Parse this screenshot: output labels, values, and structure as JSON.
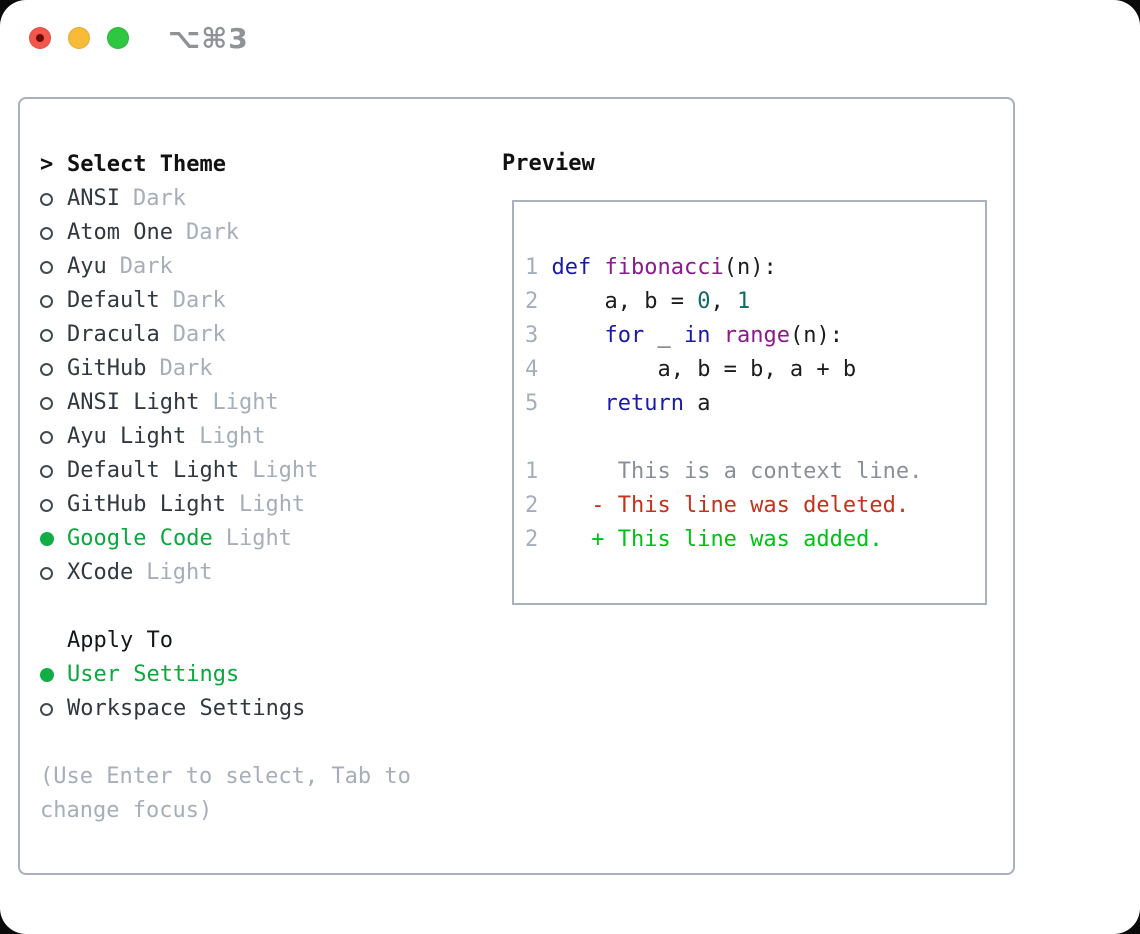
{
  "window": {
    "title": "⌥⌘3",
    "traffic_lights": [
      "close",
      "minimize",
      "zoom"
    ]
  },
  "theme_list": {
    "prompt": ">",
    "header": "Select Theme",
    "items": [
      {
        "name": "ANSI",
        "variant": "Dark",
        "selected": false
      },
      {
        "name": "Atom One",
        "variant": "Dark",
        "selected": false
      },
      {
        "name": "Ayu",
        "variant": "Dark",
        "selected": false
      },
      {
        "name": "Default",
        "variant": "Dark",
        "selected": false
      },
      {
        "name": "Dracula",
        "variant": "Dark",
        "selected": false
      },
      {
        "name": "GitHub",
        "variant": "Dark",
        "selected": false
      },
      {
        "name": "ANSI Light",
        "variant": "Light",
        "selected": false
      },
      {
        "name": "Ayu Light",
        "variant": "Light",
        "selected": false
      },
      {
        "name": "Default Light",
        "variant": "Light",
        "selected": false
      },
      {
        "name": "GitHub Light",
        "variant": "Light",
        "selected": false
      },
      {
        "name": "Google Code",
        "variant": "Light",
        "selected": true
      },
      {
        "name": "XCode",
        "variant": "Light",
        "selected": false
      }
    ]
  },
  "apply_to": {
    "header": "Apply To",
    "options": [
      {
        "label": "User Settings",
        "selected": true
      },
      {
        "label": "Workspace Settings",
        "selected": false
      }
    ]
  },
  "hint": "(Use Enter to select, Tab to change focus)",
  "preview": {
    "header": "Preview",
    "lines": [
      [
        {
          "t": "1 ",
          "s": "num"
        },
        {
          "t": "def",
          "s": "kw"
        },
        {
          "t": " ",
          "s": "pln"
        },
        {
          "t": "fibonacci",
          "s": "fn"
        },
        {
          "t": "(n):",
          "s": "pln"
        }
      ],
      [
        {
          "t": "2 ",
          "s": "num"
        },
        {
          "t": "    a, b = ",
          "s": "pln"
        },
        {
          "t": "0",
          "s": "lit"
        },
        {
          "t": ", ",
          "s": "pln"
        },
        {
          "t": "1",
          "s": "lit"
        }
      ],
      [
        {
          "t": "3 ",
          "s": "num"
        },
        {
          "t": "    ",
          "s": "pln"
        },
        {
          "t": "for",
          "s": "kw"
        },
        {
          "t": " _ ",
          "s": "pln"
        },
        {
          "t": "in",
          "s": "kw"
        },
        {
          "t": " ",
          "s": "pln"
        },
        {
          "t": "range",
          "s": "fn"
        },
        {
          "t": "(n):",
          "s": "pln"
        }
      ],
      [
        {
          "t": "4 ",
          "s": "num"
        },
        {
          "t": "        a, b = b, a + b",
          "s": "pln"
        }
      ],
      [
        {
          "t": "5 ",
          "s": "num"
        },
        {
          "t": "    ",
          "s": "pln"
        },
        {
          "t": "return",
          "s": "kw"
        },
        {
          "t": " a",
          "s": "pln"
        }
      ],
      [],
      [
        {
          "t": "1 ",
          "s": "num"
        },
        {
          "t": "     This is a context line.",
          "s": "ctx"
        }
      ],
      [
        {
          "t": "2 ",
          "s": "num"
        },
        {
          "t": "   - This line was deleted.",
          "s": "del"
        }
      ],
      [
        {
          "t": "2 ",
          "s": "num"
        },
        {
          "t": "   + This line was added.",
          "s": "add"
        }
      ]
    ]
  },
  "colors": {
    "selection_green": "#0ba83e",
    "added_green": "#00c215",
    "deleted_red": "#c5311c",
    "keyword_blue": "#1a1aa8",
    "function_purple": "#8b1a8b",
    "literal_teal": "#0e6b6b",
    "muted_gray": "#a6aeba",
    "border_gray": "#a9b1bc"
  }
}
